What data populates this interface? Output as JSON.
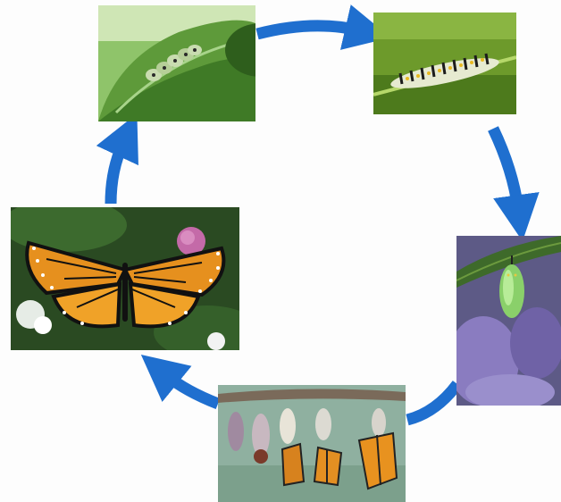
{
  "diagram": {
    "type": "cycle",
    "stage_order": [
      "egg",
      "caterpillar",
      "chrysalis",
      "emerging",
      "butterfly"
    ],
    "arrow_color": "#1f6fcf"
  },
  "stages": [
    {
      "id": "egg",
      "image_icon": "leaf-with-small-larva-photo",
      "dominant_color": "#5e9a3a"
    },
    {
      "id": "caterpillar",
      "image_icon": "striped-caterpillar-on-stem-photo",
      "dominant_color": "#6d9a2b"
    },
    {
      "id": "chrysalis",
      "image_icon": "green-chrysalis-hanging-photo",
      "dominant_color": "#7a6aa6"
    },
    {
      "id": "emerging",
      "image_icon": "butterflies-emerging-from-chrysalises-photo",
      "dominant_color": "#8fb0a0"
    },
    {
      "id": "butterfly",
      "image_icon": "monarch-butterfly-on-flowers-photo",
      "dominant_color": "#e08a1e"
    }
  ]
}
